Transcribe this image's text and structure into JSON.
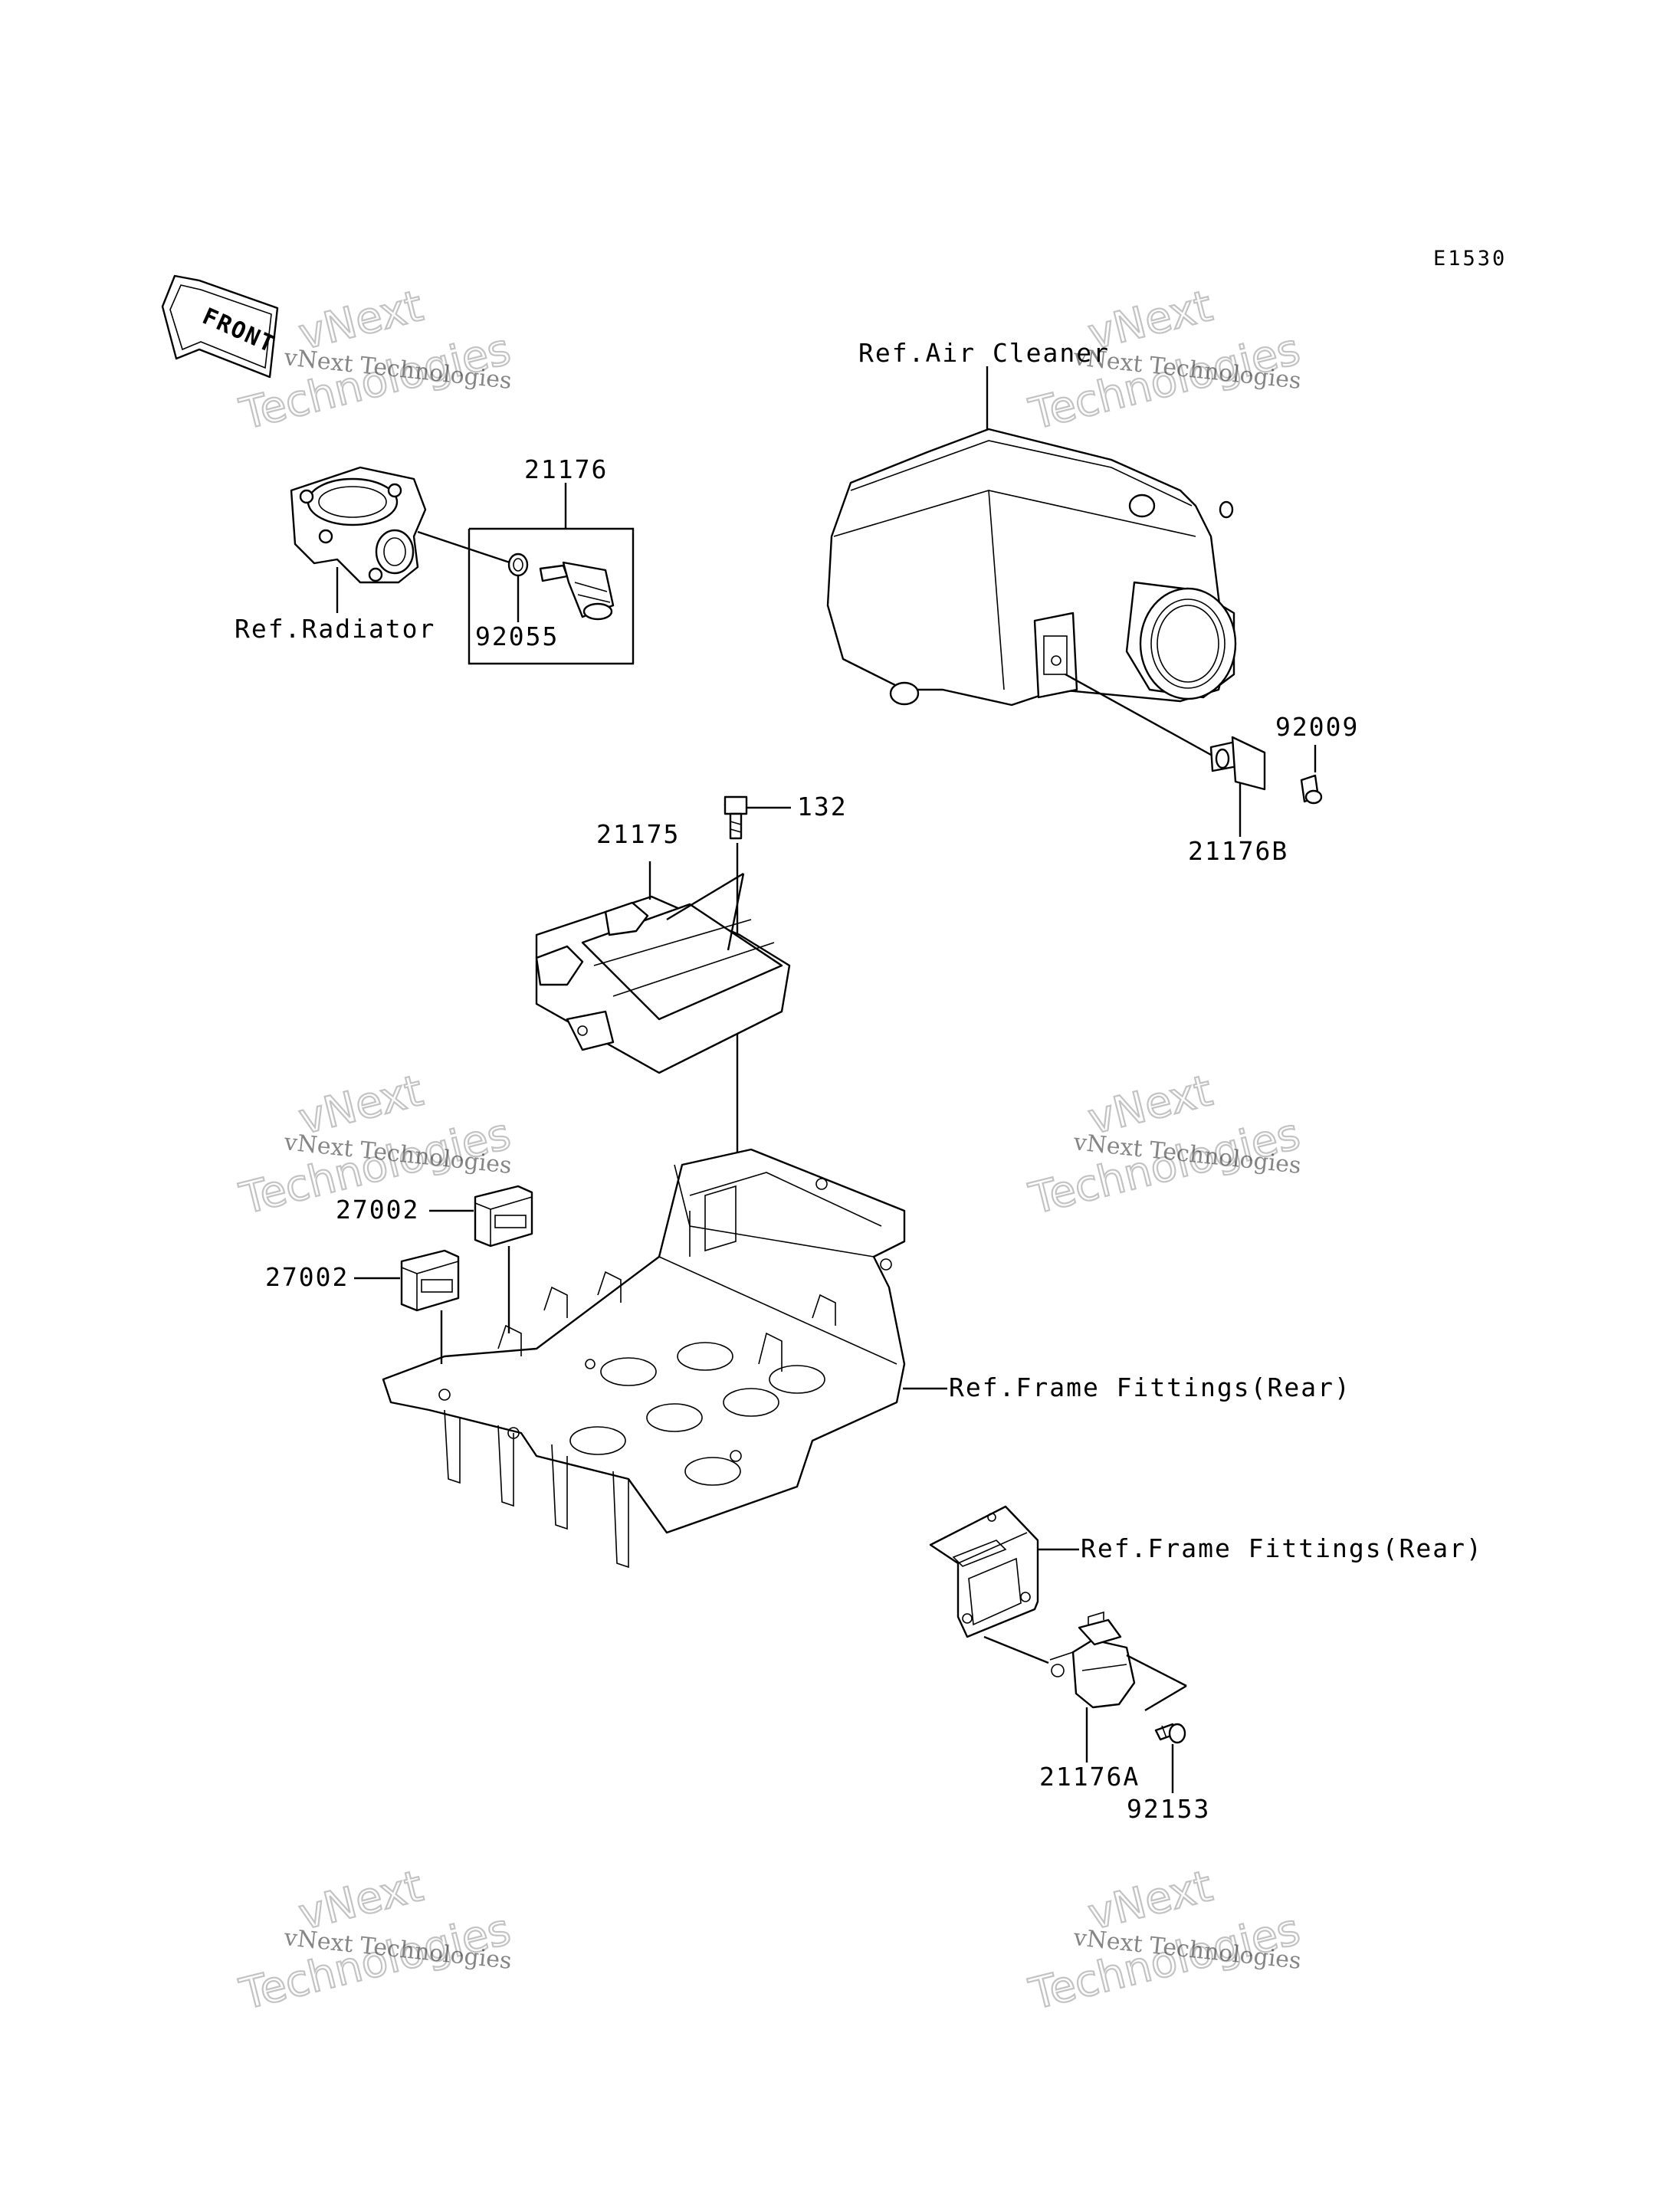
{
  "diagram": {
    "code": "E1530",
    "front_label": "FRONT",
    "parts": [
      {
        "id": "21176",
        "label": "21176"
      },
      {
        "id": "92055",
        "label": "92055"
      },
      {
        "id": "92009",
        "label": "92009"
      },
      {
        "id": "21176B",
        "label": "21176B"
      },
      {
        "id": "132",
        "label": "132"
      },
      {
        "id": "21175",
        "label": "21175"
      },
      {
        "id": "27002a",
        "label": "27002"
      },
      {
        "id": "27002b",
        "label": "27002"
      },
      {
        "id": "21176A",
        "label": "21176A"
      },
      {
        "id": "92153",
        "label": "92153"
      }
    ],
    "references": {
      "radiator": "Ref.Radiator",
      "air_cleaner": "Ref.Air Cleaner",
      "frame_fittings_1": "Ref.Frame Fittings(Rear)",
      "frame_fittings_2": "Ref.Frame Fittings(Rear)"
    }
  },
  "watermark": {
    "company": "vNext Technologies",
    "word_top": "vNext",
    "word_bottom": "Technologies"
  }
}
